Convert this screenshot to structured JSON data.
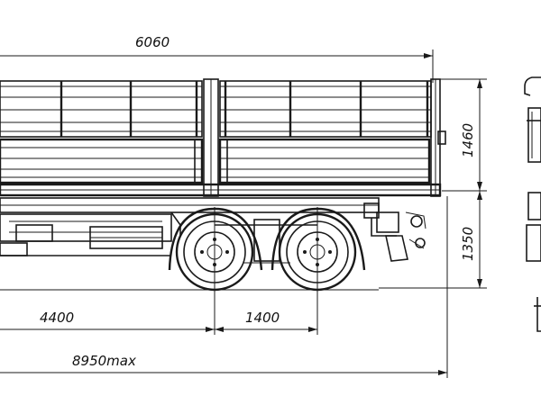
{
  "dimensions": {
    "body_length": "6060",
    "side_height": "1460",
    "platform_height": "1350",
    "front_to_axle": "4400",
    "axle_spacing": "1400",
    "overall_length": "8950max"
  },
  "colors": {
    "line": "#1a1a1a",
    "background": "#ffffff"
  }
}
